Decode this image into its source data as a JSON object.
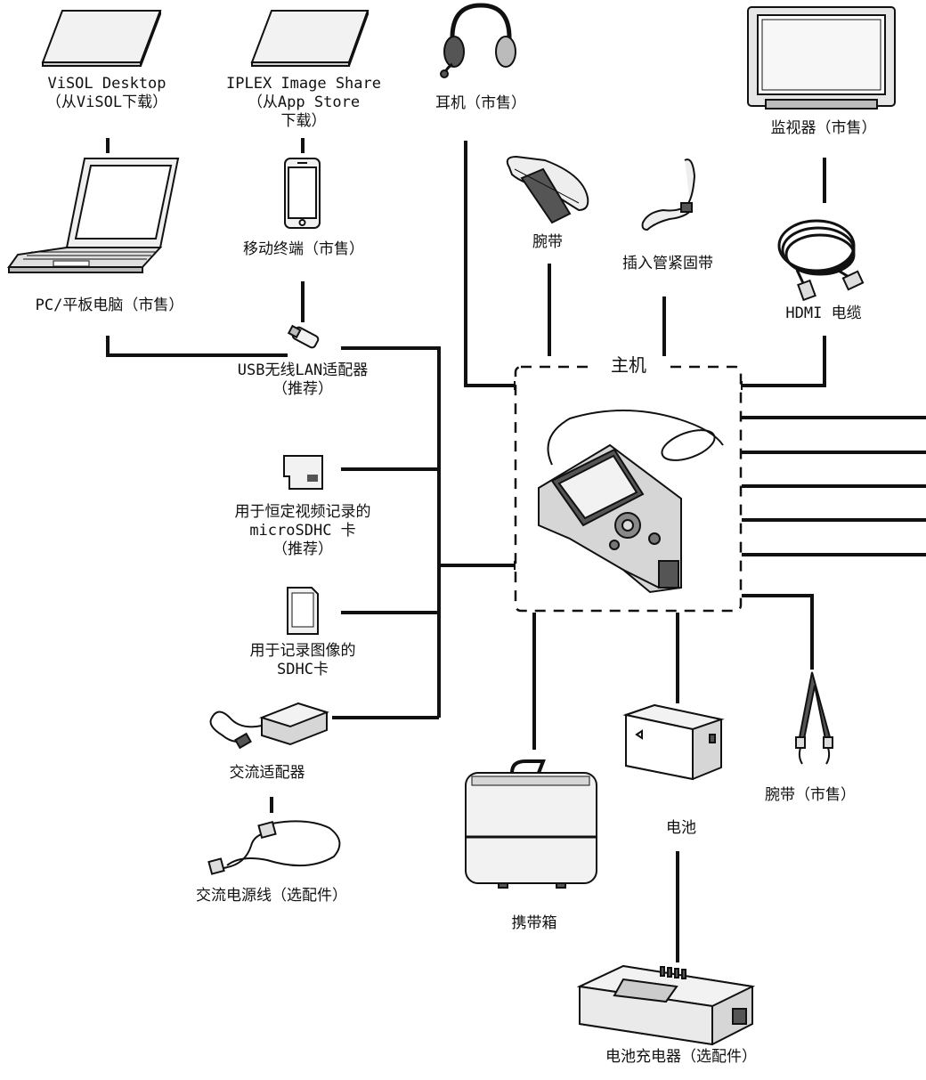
{
  "labels": {
    "visol": "ViSOL Desktop\n（从ViSOL下载）",
    "iplex": "IPLEX Image Share\n（从App Store\n下载）",
    "headset": "耳机（市售）",
    "monitor": "监视器（市售）",
    "pc": "PC/平板电脑（市售）",
    "mobile": "移动终端（市售）",
    "wrist_strap": "腕带",
    "tube_strap": "插入管紧固带",
    "hdmi": "HDMI 电缆",
    "usb_lan": "USB无线LAN适配器\n（推荐）",
    "main_unit": "主机",
    "microsd": "用于恒定视频记录的\nmicroSDHC 卡\n（推荐）",
    "sd": "用于记录图像的\nSDHC卡",
    "ac_adapter": "交流适配器",
    "ac_cord": "交流电源线（选配件）",
    "case": "携带箱",
    "battery": "电池",
    "shoulder_strap": "腕带（市售）",
    "charger": "电池充电器（选配件）"
  },
  "colors": {
    "line": "#111111",
    "fill_light": "#f2f2f2",
    "fill_mid": "#d6d6d6",
    "fill_dark": "#555555"
  }
}
